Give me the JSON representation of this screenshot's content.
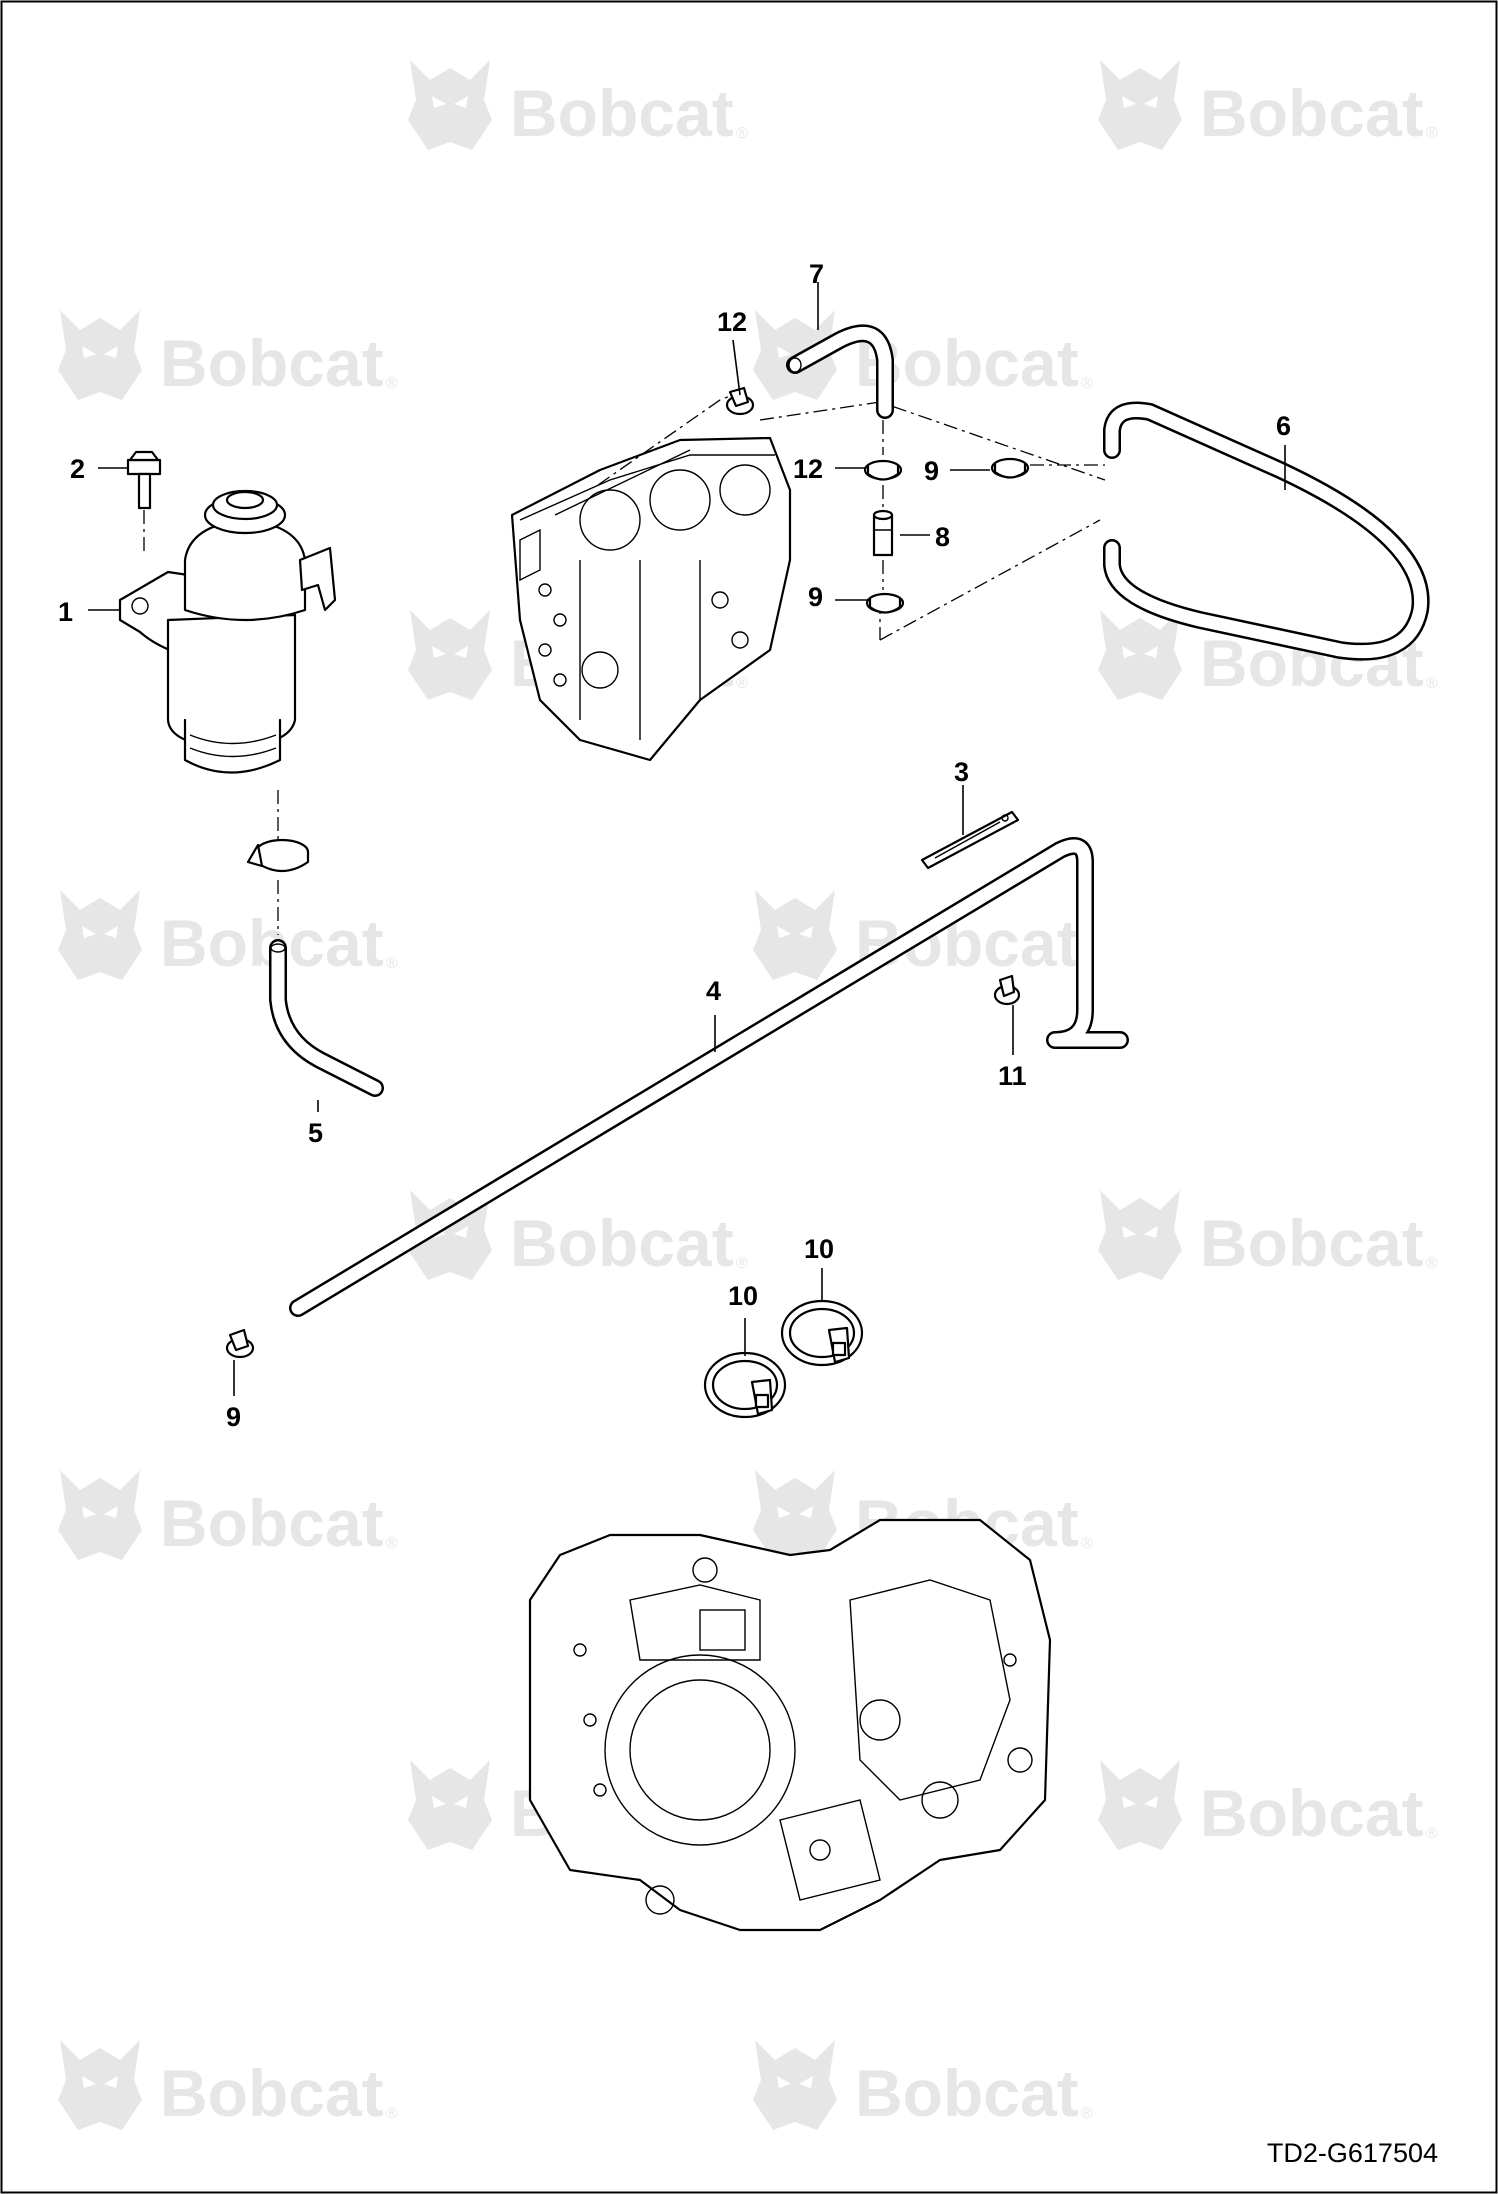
{
  "watermark": {
    "brand": "Bobcat",
    "registered_mark": "®"
  },
  "drawing_id": "TD2-G617504",
  "callouts": [
    {
      "id": "callout-1",
      "label": "1"
    },
    {
      "id": "callout-2",
      "label": "2"
    },
    {
      "id": "callout-3",
      "label": "3"
    },
    {
      "id": "callout-4",
      "label": "4"
    },
    {
      "id": "callout-5",
      "label": "5"
    },
    {
      "id": "callout-6",
      "label": "6"
    },
    {
      "id": "callout-7",
      "label": "7"
    },
    {
      "id": "callout-8",
      "label": "8"
    },
    {
      "id": "callout-9-a",
      "label": "9"
    },
    {
      "id": "callout-9-b",
      "label": "9"
    },
    {
      "id": "callout-9-c",
      "label": "9"
    },
    {
      "id": "callout-10-a",
      "label": "10"
    },
    {
      "id": "callout-10-b",
      "label": "10"
    },
    {
      "id": "callout-11",
      "label": "11"
    },
    {
      "id": "callout-12-a",
      "label": "12"
    },
    {
      "id": "callout-12-b",
      "label": "12"
    }
  ]
}
